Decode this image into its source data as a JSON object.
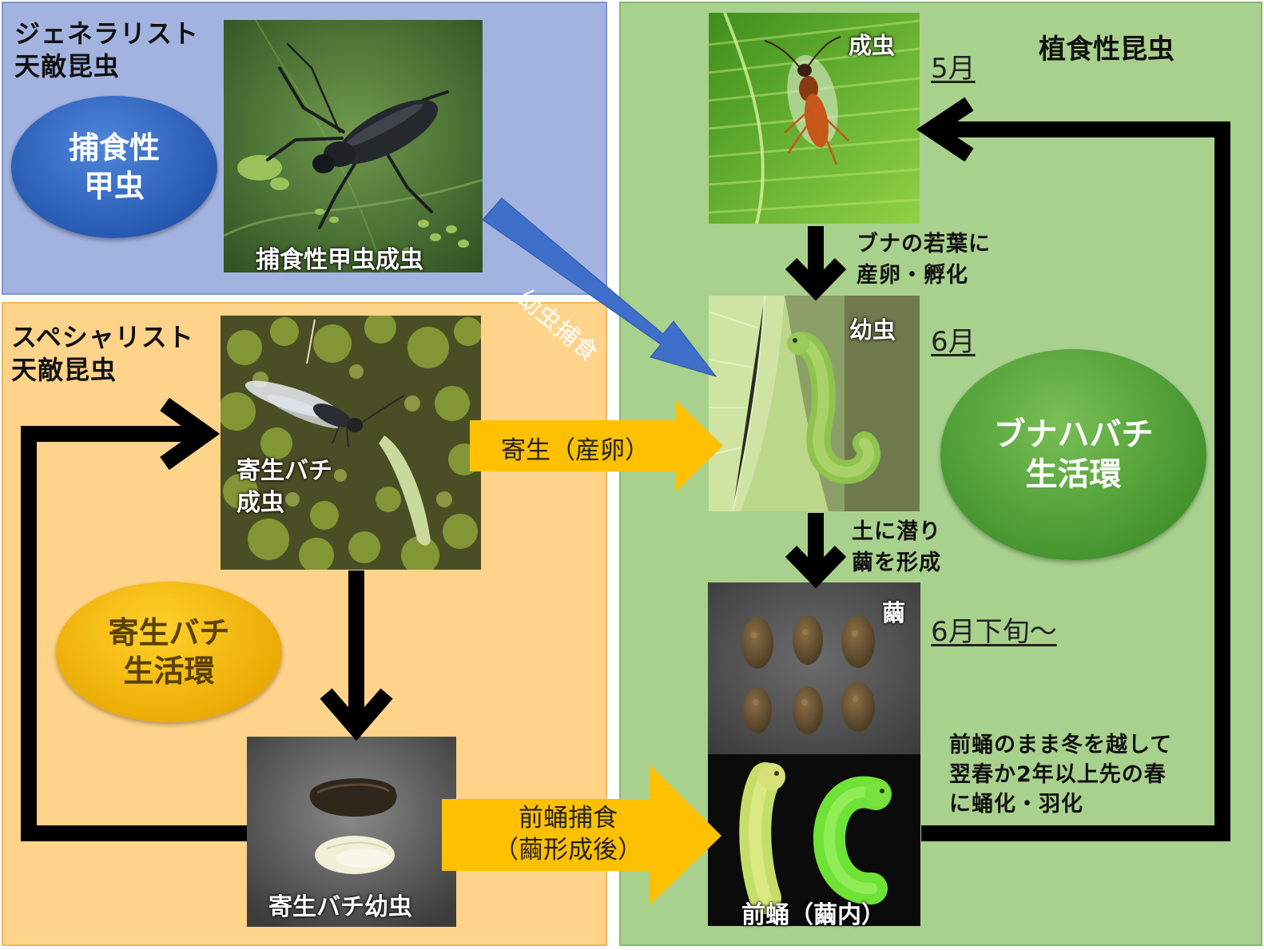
{
  "generalist": {
    "title_line1": "ジェネラリスト",
    "title_line2": "天敵昆虫",
    "ellipse_line1": "捕食性",
    "ellipse_line2": "甲虫",
    "photo_caption": "捕食性甲虫成虫"
  },
  "specialist": {
    "title_line1": "スペシャリスト",
    "title_line2": "天敵昆虫",
    "adult_caption_line1": "寄生バチ",
    "adult_caption_line2": "成虫",
    "ellipse_line1": "寄生バチ",
    "ellipse_line2": "生活環",
    "larva_caption": "寄生バチ幼虫"
  },
  "herbivore": {
    "title": "植食性昆虫",
    "adult_label": "成虫",
    "adult_month": "5月",
    "note_oviposit_line1": "ブナの若葉に",
    "note_oviposit_line2": "産卵・孵化",
    "larva_label": "幼虫",
    "larva_month": "6月",
    "ellipse_line1": "ブナハバチ",
    "ellipse_line2": "生活環",
    "note_soil_line1": "土に潜り",
    "note_soil_line2": "繭を形成",
    "cocoon_label": "繭",
    "cocoon_month": "6月下旬～",
    "prepupa_caption": "前蛹（繭内）",
    "note_winter_line1": "前蛹のまま冬を越して",
    "note_winter_line2": "翌春か2年以上先の春",
    "note_winter_line3": "に蛹化・羽化"
  },
  "arrows": {
    "predation_label": "幼虫捕食",
    "parasitism_label": "寄生（産卵）",
    "prepupa_predation_line1": "前蛹捕食",
    "prepupa_predation_line2": "（繭形成後）"
  },
  "colors": {
    "generalist_bg": "#a3b3e0",
    "specialist_bg": "#ffd38a",
    "herbivore_bg": "#a9d18e",
    "blue_arrow": "#3f6fc8",
    "yellow_arrow": "#ffc000",
    "cycle_line": "#000000"
  }
}
